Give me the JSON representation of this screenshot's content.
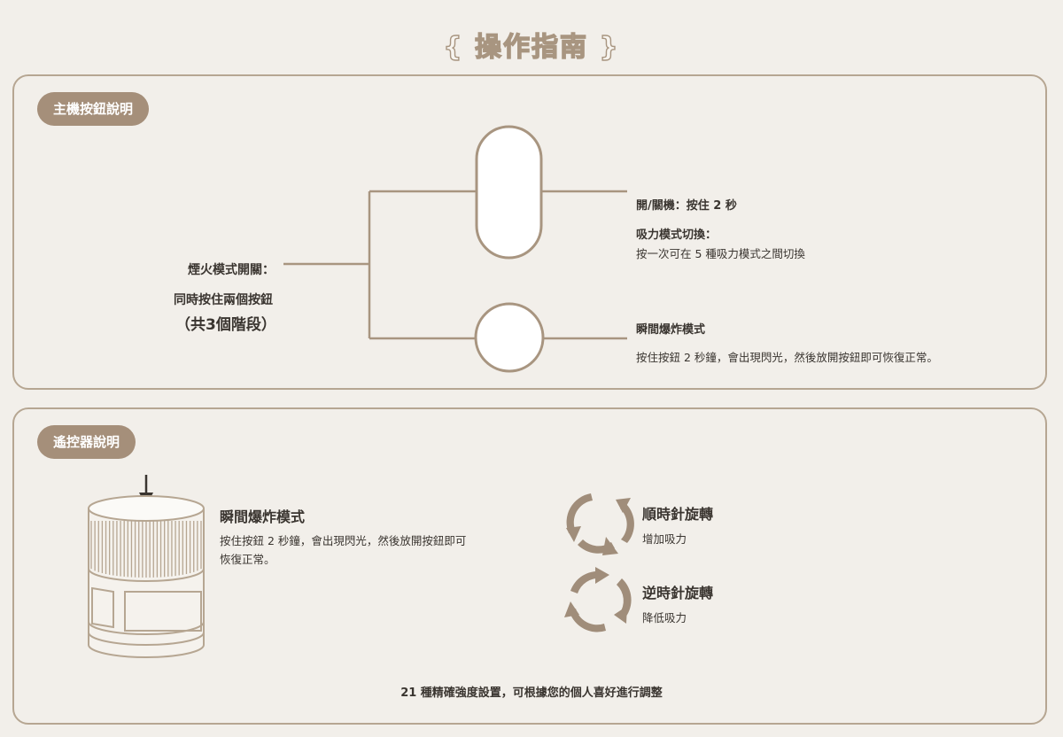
{
  "page": {
    "title": "{ 操作指南 }"
  },
  "host": {
    "badge": "主機按鈕說明",
    "left": {
      "title": "煙火模式開關：",
      "line1": "同時按住兩個按鈕",
      "line2": "（共3個階段）"
    },
    "power": {
      "title": "開/關機：按住 2 秒"
    },
    "suction_mode": {
      "title": "吸力模式切換：",
      "desc": "按一次可在 5 種吸力模式之間切換"
    },
    "burst": {
      "title": "瞬間爆炸模式",
      "desc": "按住按鈕 2 秒鐘，會出現閃光，然後放開按鈕即可恢復正常。"
    }
  },
  "remote": {
    "badge": "遙控器說明",
    "burst": {
      "title": "瞬間爆炸模式",
      "desc_line1": "按住按鈕 2 秒鐘，會出現閃光，然後放開按鈕即可",
      "desc_line2": "恢復正常。"
    },
    "clockwise": {
      "title": "順時針旋轉",
      "desc": "增加吸力"
    },
    "counter": {
      "title": "逆時針旋轉",
      "desc": "降低吸力"
    },
    "footer": "21 種精確強度設置，可根據您的個人喜好進行調整"
  },
  "colors": {
    "background": "#f2efea",
    "accent": "#a58f7a",
    "line": "#a89580",
    "text": "#3a3530"
  }
}
